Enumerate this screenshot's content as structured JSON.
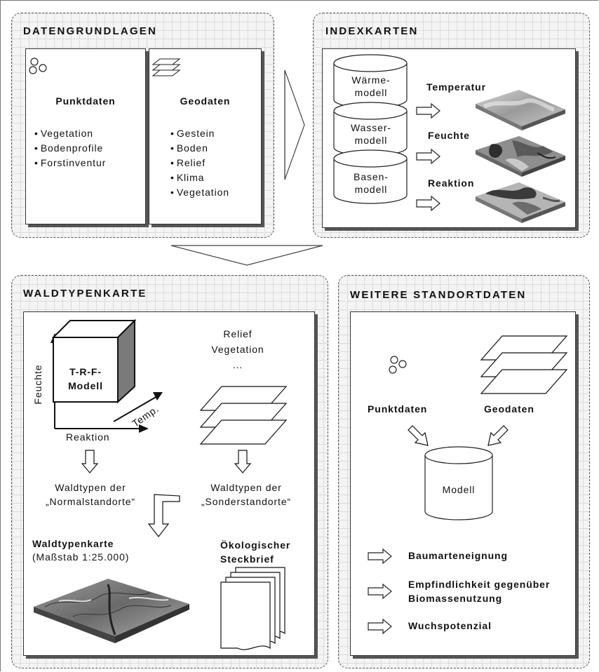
{
  "panels": {
    "datengrundlagen": {
      "title": "DATENGRUNDLAGEN",
      "punktdaten": {
        "heading": "Punktdaten",
        "items": [
          "Vegetation",
          "Bodenprofile",
          "Forstinventur"
        ]
      },
      "geodaten": {
        "heading": "Geodaten",
        "items": [
          "Gestein",
          "Boden",
          "Relief",
          "Klima",
          "Vegetation"
        ]
      }
    },
    "indexkarten": {
      "title": "INDEXKARTEN",
      "rows": [
        {
          "model": [
            "Wärme-",
            "modell"
          ],
          "label": "Temperatur"
        },
        {
          "model": [
            "Wasser-",
            "modell"
          ],
          "label": "Feuchte"
        },
        {
          "model": [
            "Basen-",
            "modell"
          ],
          "label": "Reaktion"
        }
      ]
    },
    "waldtypenkarte": {
      "title": "WALDTYPENKARTE",
      "cube_label": [
        "T-R-F-",
        "Modell"
      ],
      "axis_feuchte": "Feuchte",
      "axis_reaktion": "Reaktion",
      "axis_temp": "Temp.",
      "layers_labels": [
        "Relief",
        "Vegetation",
        "..."
      ],
      "normal_label": [
        "Waldtypen der",
        "„Normalstandorte“"
      ],
      "sonder_label": [
        "Waldtypen der",
        "„Sonderstandorte“"
      ],
      "map_title": "Waldtypenkarte",
      "map_scale": "(Maßstab 1:25.000)",
      "steckbrief": [
        "Ökologischer",
        "Steckbrief"
      ]
    },
    "weitere": {
      "title": "WEITERE STANDORTDATEN",
      "punktdaten": "Punktdaten",
      "geodaten": "Geodaten",
      "modell": "Modell",
      "outputs": [
        "Baumarteneignung",
        "Empfindlichkeit gegenüber",
        "Biomassenutzung",
        "Wuchspotenzial"
      ]
    }
  },
  "icons": [
    "circles-icon",
    "layers-icon",
    "cylinder-icon",
    "outline-arrow-icon",
    "cube-icon",
    "document-stack-icon",
    "map-icon"
  ]
}
